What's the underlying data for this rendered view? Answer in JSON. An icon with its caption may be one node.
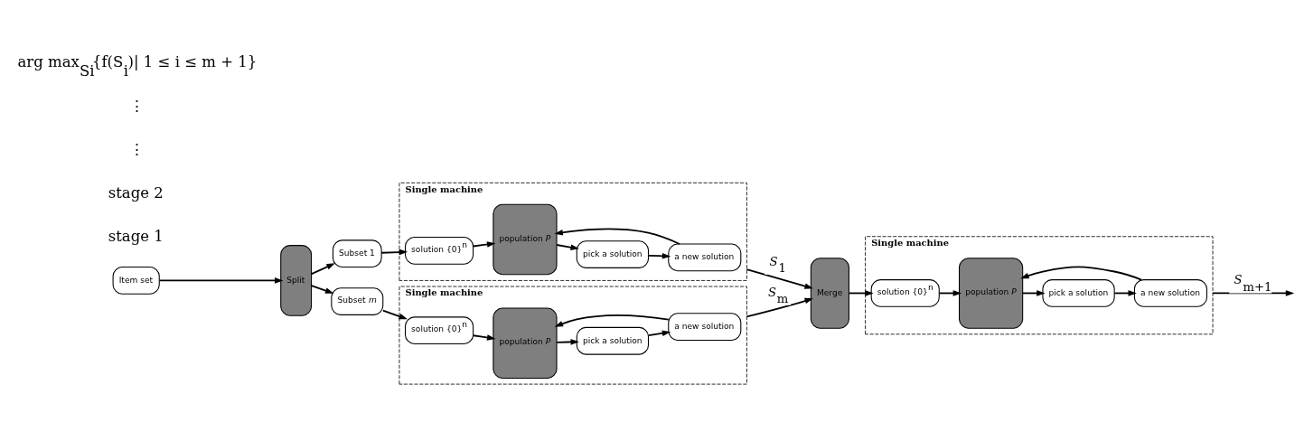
{
  "diagram": {
    "nodes": [
      {
        "text": [
          "Item set"
        ]
      },
      {
        "text": [
          "Split"
        ]
      },
      {
        "text": [
          "Subset 1"
        ]
      },
      {
        "text": [
          "Subset *m*"
        ]
      },
      {
        "text": [
          "Single machine"
        ]
      },
      {
        "text": [
          "solution {0}$^{n}$"
        ],
        "in": 4
      },
      {
        "text": [
          "population *P*"
        ],
        "in": 4
      },
      {
        "text": [
          "pick a solution"
        ],
        "in": 4
      },
      {
        "text": [
          "a new solution"
        ],
        "in": 4
      },
      {
        "text": [
          "Single machine"
        ]
      },
      {
        "text": [
          "solution {0}$^{n}$"
        ],
        "in": 9
      },
      {
        "text": [
          "population *P*"
        ],
        "in": 9
      },
      {
        "text": [
          "pick a solution"
        ],
        "in": 9
      },
      {
        "text": [
          "a new solution"
        ],
        "in": 9
      },
      {
        "text": [
          "Merge"
        ]
      },
      {
        "text": [
          "Single machine"
        ]
      },
      {
        "text": [
          "solution {0}$^{n}$"
        ],
        "in": 15
      },
      {
        "text": [
          "population *P*"
        ],
        "in": 15
      },
      {
        "text": [
          "pick a solution"
        ],
        "in": 15
      },
      {
        "text": [
          "a new solution"
        ],
        "in": 15
      }
    ],
    "edges": [
      {
        "from": 0,
        "to": 1,
        "arrow": "to"
      },
      {
        "from": 1,
        "to": 2,
        "arrow": "to"
      },
      {
        "from": 1,
        "to": 3,
        "arrow": "to"
      },
      {
        "from": 2,
        "to": 5,
        "arrow": "to"
      },
      {
        "from": 5,
        "to": 6,
        "arrow": "to"
      },
      {
        "from": 6,
        "to": 7,
        "arrow": "to"
      },
      {
        "from": 7,
        "to": 8,
        "arrow": "to"
      },
      {
        "from": 8,
        "to": 6,
        "arrow": "to"
      },
      {
        "from": 3,
        "to": 10,
        "arrow": "to"
      },
      {
        "from": 10,
        "to": 11,
        "arrow": "to"
      },
      {
        "from": 11,
        "to": 12,
        "arrow": "to"
      },
      {
        "from": 12,
        "to": 13,
        "arrow": "to"
      },
      {
        "from": 13,
        "to": 11,
        "arrow": "to"
      },
      {
        "from": 4,
        "to": 14,
        "arrow": "to",
        "label": "*S*$_{1}$"
      },
      {
        "from": 9,
        "to": 14,
        "arrow": "to",
        "label": "*S*$_{m}$"
      },
      {
        "from": 14,
        "to": 16,
        "arrow": "to"
      },
      {
        "from": 16,
        "to": 17,
        "arrow": "to"
      },
      {
        "from": 17,
        "to": 18,
        "arrow": "to"
      },
      {
        "from": 18,
        "to": 19,
        "arrow": "to"
      },
      {
        "from": 19,
        "to": 17,
        "arrow": "to"
      },
      {
        "from": 15,
        "to": null,
        "arrow": "to",
        "label": "*S*$_{m+1}$"
      }
    ],
    "labels": [
      "stage 1",
      "stage 2",
      "⋮",
      "⋮",
      "arg max$_{Si}${f(S$_{i}$)| 1 ≤ i ≤ m + 1}"
    ]
  }
}
